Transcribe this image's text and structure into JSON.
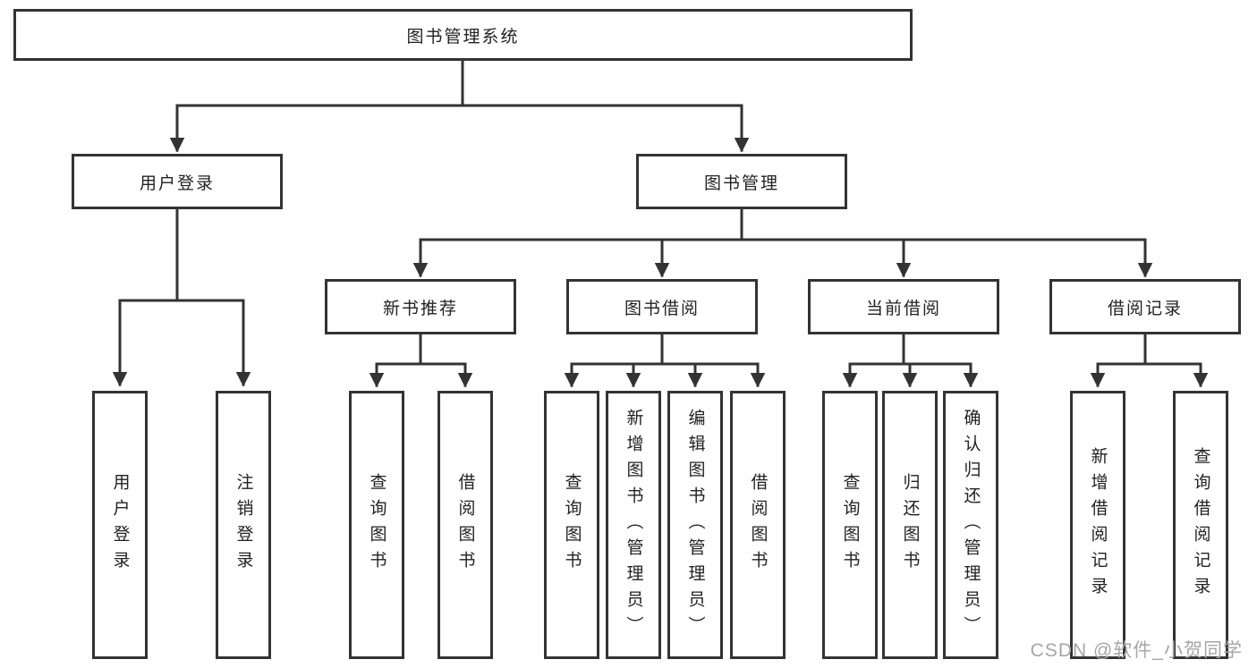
{
  "tree": {
    "label": "图书管理系统",
    "children": [
      {
        "label": "用户登录",
        "children": [
          {
            "label": "用户登录"
          },
          {
            "label": "注销登录"
          }
        ]
      },
      {
        "label": "图书管理",
        "children": [
          {
            "label": "新书推荐",
            "children": [
              {
                "label": "查询图书"
              },
              {
                "label": "借阅图书"
              }
            ]
          },
          {
            "label": "图书借阅",
            "children": [
              {
                "label": "查询图书"
              },
              {
                "label": "新增图书（管理员）"
              },
              {
                "label": "编辑图书（管理员）"
              },
              {
                "label": "借阅图书"
              }
            ]
          },
          {
            "label": "当前借阅",
            "children": [
              {
                "label": "查询图书"
              },
              {
                "label": "归还图书"
              },
              {
                "label": "确认归还（管理员）"
              }
            ]
          },
          {
            "label": "借阅记录",
            "children": [
              {
                "label": "新增借阅记录"
              },
              {
                "label": "查询借阅记录"
              }
            ]
          }
        ]
      }
    ]
  },
  "watermark": "CSDN @软件_小贺同学",
  "colors": {
    "line": "#333333",
    "box_border": "#333333",
    "text": "#222222",
    "watermark": "#a6a6a6",
    "background": "#ffffff"
  }
}
